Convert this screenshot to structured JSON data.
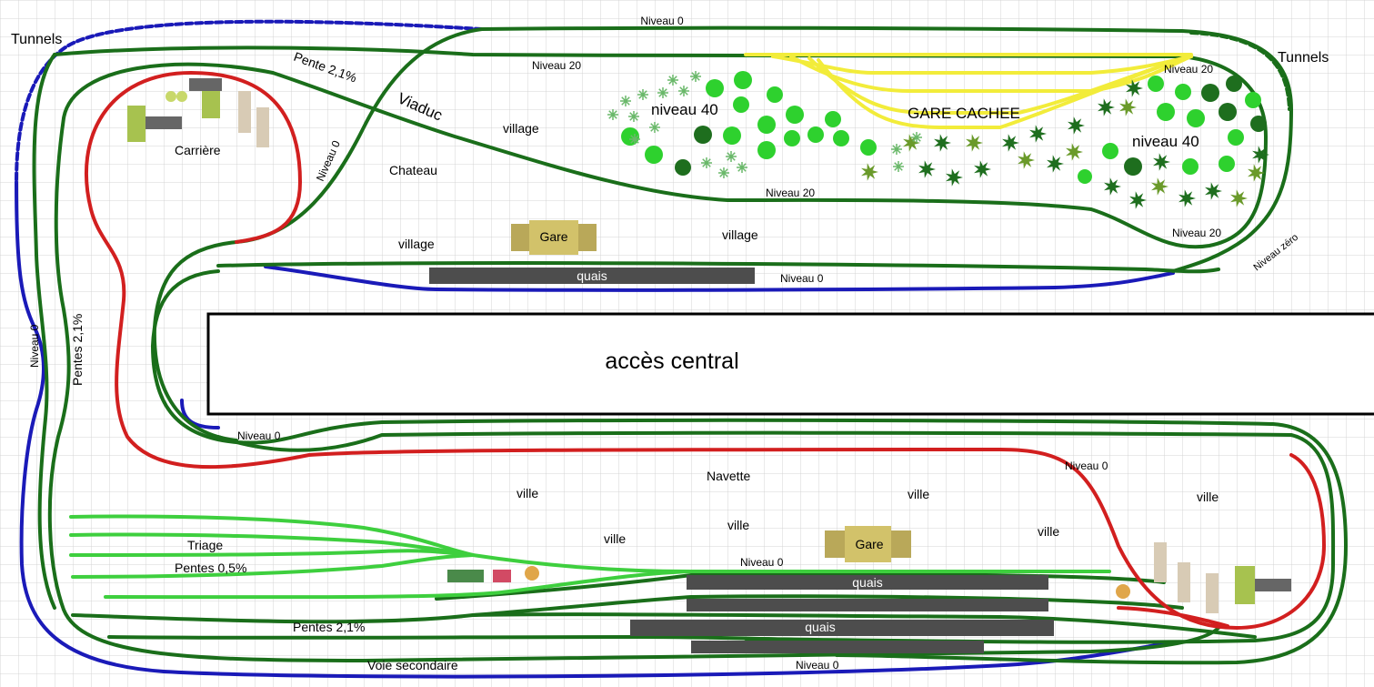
{
  "colors": {
    "grid": "#d4d4d4",
    "niveau0": "#1a1ab8",
    "main": "#1a6e1a",
    "shuttle": "#d21f1f",
    "yard": "#3ecf3e",
    "hidden_station": "#f2ec3a",
    "platform": "#4d4d4d",
    "building": "#d2c26a",
    "tree_light": "#2ed12e",
    "tree_dark": "#1e6e1e",
    "central_access_border": "#000000"
  },
  "labels": {
    "tunnels_left": "Tunnels",
    "tunnels_right": "Tunnels",
    "niveau0_top": "Niveau 0",
    "niveau20_top": "Niveau 20",
    "niveau20_right_top": "Niveau 20",
    "pente": "Pente 2,1%",
    "viaduc": "Viaduc",
    "niveau0_viaduc": "Niveau 0",
    "carriere": "Carrière",
    "chateau": "Chateau",
    "village_1": "village",
    "village_2": "village",
    "village_3": "village",
    "niveau40_left": "niveau 40",
    "niveau40_right": "niveau 40",
    "gare_cachee": "GARE CACHEE",
    "niveau20_mid": "Niveau 20",
    "niveau20_right": "Niveau 20",
    "niveau_zero": "Niveau zéro",
    "gare_top": "Gare",
    "quais_top": "quais",
    "niveau0_quais": "Niveau 0",
    "acces_central": "accès  central",
    "niveau0_left_vert": "Niveau 0",
    "pentes_left_vert": "Pentes 2,1%",
    "niveau0_mid_left": "Niveau 0",
    "navette": "Navette",
    "niveau0_navette": "Niveau 0",
    "ville_1": "ville",
    "ville_2": "ville",
    "ville_3": "ville",
    "ville_4": "ville",
    "ville_5": "ville",
    "ville_6": "ville",
    "triage": "Triage",
    "pentes_05": "Pentes 0,5%",
    "pentes_21_bottom": "Pentes 2,1%",
    "niveau0_bottom_station": "Niveau 0",
    "gare_bottom": "Gare",
    "quais_bottom_1": "quais",
    "quais_bottom_2": "quais",
    "voie_secondaire": "Voie secondaire",
    "niveau0_bottom": "Niveau 0"
  }
}
